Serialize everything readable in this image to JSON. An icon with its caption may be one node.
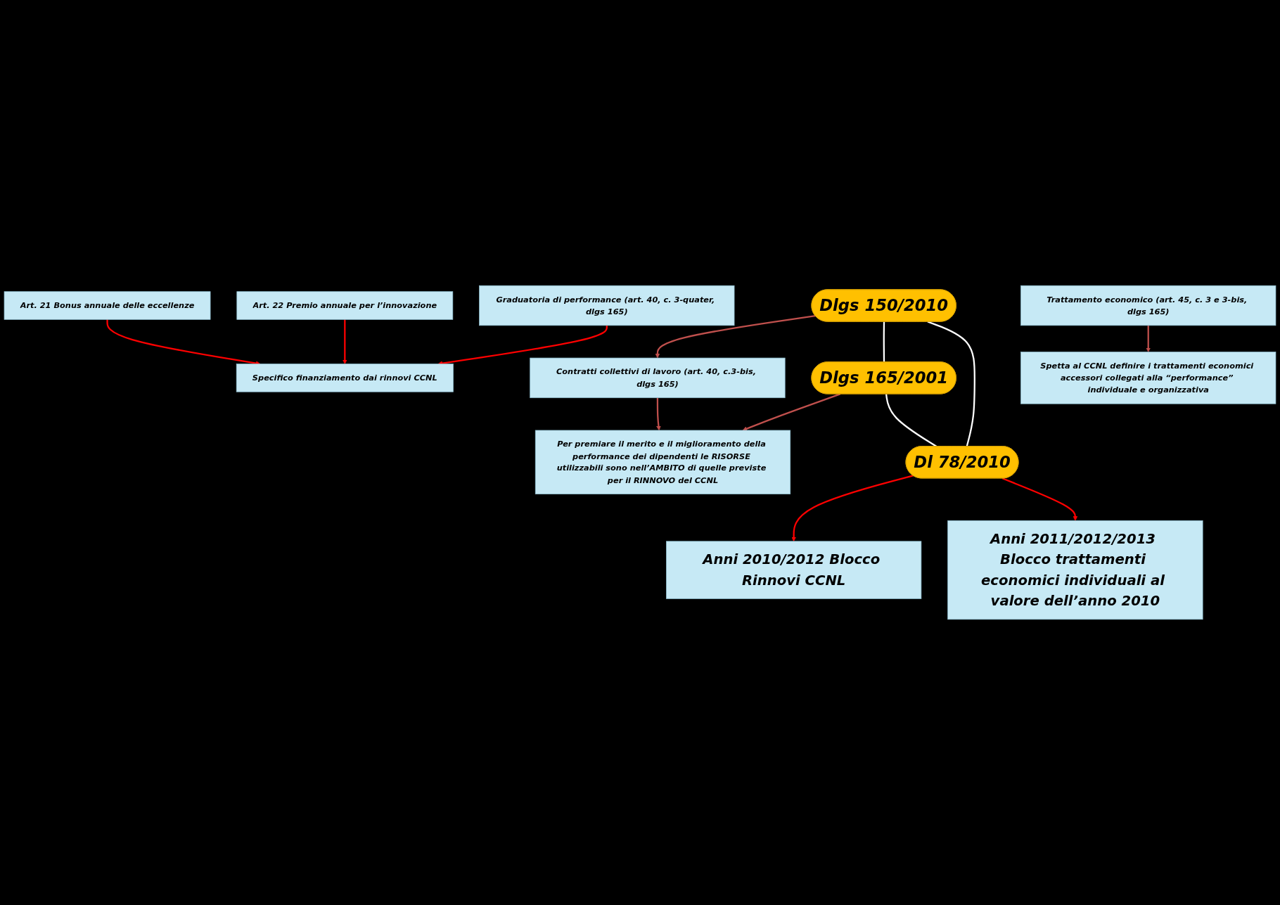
{
  "diagram": {
    "nodes": [
      {
        "text": [
          "Art. 21 Bonus annuale delle eccellenze"
        ]
      },
      {
        "text": [
          "Art. 22 Premio annuale per l’innovazione"
        ]
      },
      {
        "text": [
          "Graduatoria di performance (art. 40, c. 3-quater, dlgs 165)"
        ]
      },
      {
        "text": [
          "Trattamento economico (art. 45, c. 3 e 3-bis, dlgs 165)"
        ]
      },
      {
        "text": [
          "Contratti collettivi di lavoro (art. 40, c.3-bis, dlgs 165)"
        ]
      },
      {
        "text": [
          "Specifico finanziamento dai rinnovi CCNL"
        ]
      },
      {
        "text": [
          "Spetta al CCNL definire i trattamenti economici accessori collegati alla “performance” individuale e organizzativa"
        ]
      },
      {
        "text": [
          "Per premiare il merito e il miglioramento della performance dei dipendenti le RISORSE utilizzabili sono nell’AMBITO di quelle previste per il RINNOVO del CCNL"
        ]
      },
      {
        "text": [
          "Dlgs 150/2010"
        ]
      },
      {
        "text": [
          "Dlgs 165/2001"
        ]
      },
      {
        "text": [
          "Dl 78/2010"
        ]
      },
      {
        "text": [
          "Anni 2010/2012 Blocco Rinnovi CCNL"
        ]
      },
      {
        "text": [
          "Anni 2011/2012/2013 Blocco trattamenti economici individuali al valore dell’anno 2010"
        ]
      }
    ],
    "edges": [
      {
        "from": 0,
        "to": 5,
        "arrow": "to",
        "color": "#ff0000"
      },
      {
        "from": 1,
        "to": 5,
        "arrow": "to",
        "color": "#ff0000"
      },
      {
        "from": 2,
        "to": 5,
        "arrow": "to",
        "color": "#ff0000"
      },
      {
        "from": 3,
        "to": 6,
        "arrow": "to",
        "color": "#c0504d"
      },
      {
        "from": 4,
        "to": 7,
        "arrow": "to",
        "color": "#c0504d"
      },
      {
        "from": 8,
        "to": 4,
        "arrow": "to",
        "color": "#c0504d"
      },
      {
        "from": 9,
        "to": 7,
        "arrow": "to",
        "color": "#c0504d"
      },
      {
        "from": 8,
        "to": 9,
        "arrow": "none",
        "color": "#ffffff"
      },
      {
        "from": 8,
        "to": 10,
        "arrow": "none",
        "color": "#ffffff"
      },
      {
        "from": 9,
        "to": 10,
        "arrow": "none",
        "color": "#ffffff"
      },
      {
        "from": 10,
        "to": 11,
        "arrow": "to",
        "color": "#ff0000"
      },
      {
        "from": 10,
        "to": 12,
        "arrow": "to",
        "color": "#ff0000"
      }
    ]
  }
}
